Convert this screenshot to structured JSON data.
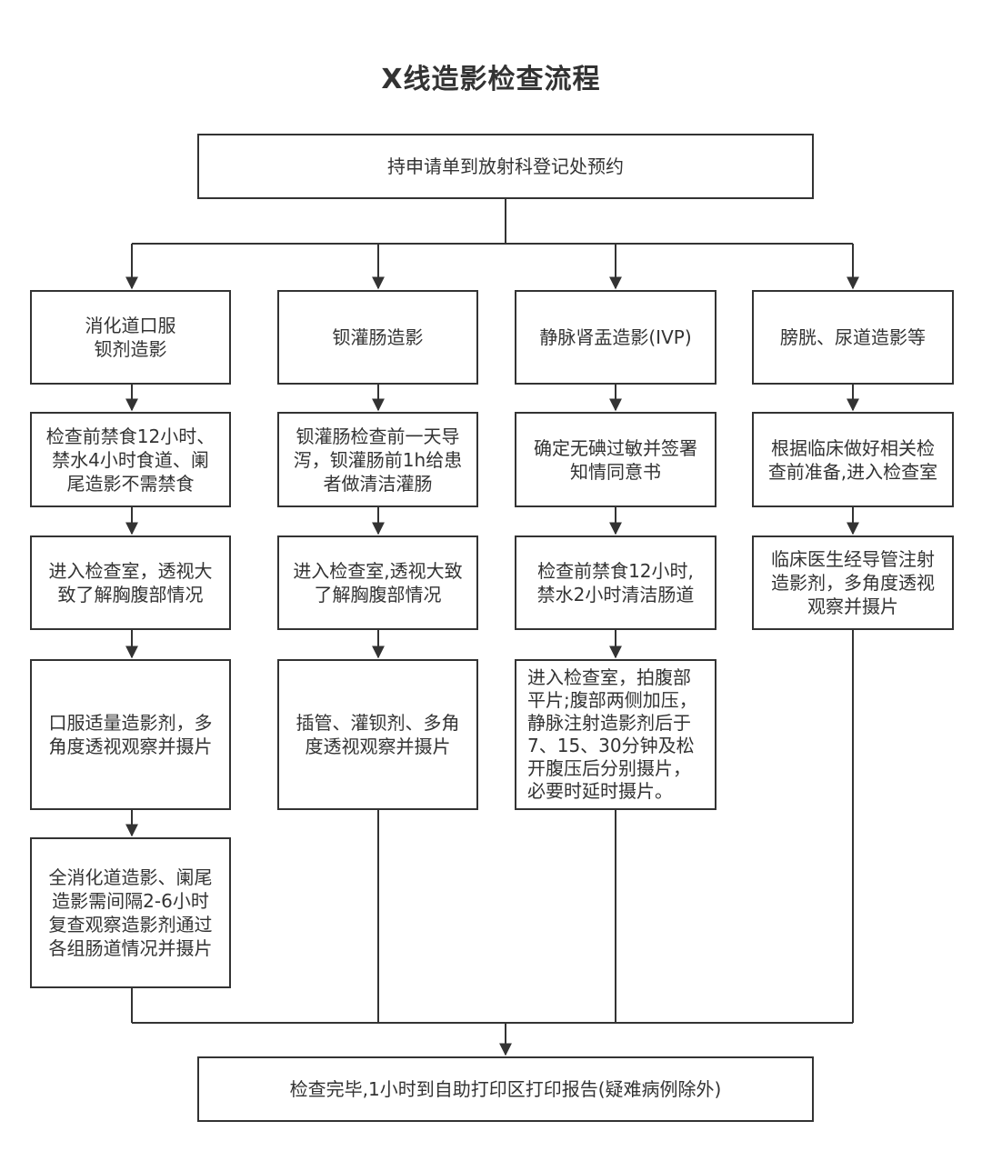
{
  "title": "X线造影检查流程",
  "top": "持申请单到放射科登记处预约",
  "columns": [
    {
      "header": "消化道口服\n钡剂造影",
      "steps": [
        "检查前禁食12小时、\n禁水4小时食道、阑\n尾造影不需禁食",
        "进入检查室，透视大\n致了解胸腹部情况",
        "口服适量造影剂，多\n角度透视观察并摄片",
        "全消化道造影、阑尾\n造影需间隔2-6小时\n复查观察造影剂通过\n各组肠道情况并摄片"
      ]
    },
    {
      "header": "钡灌肠造影",
      "steps": [
        "钡灌肠检查前一天导\n泻，钡灌肠前1h给患\n者做清洁灌肠",
        "进入检查室,透视大致\n了解胸腹部情况",
        "插管、灌钡剂、多角\n度透视观察并摄片"
      ]
    },
    {
      "header": "静脉肾盂造影(IVP)",
      "steps": [
        "确定无碘过敏并签署\n知情同意书",
        "检查前禁食12小时,\n禁水2小时清洁肠道",
        "进入检查室，拍腹部\n平片;腹部两侧加压，\n静脉注射造影剂后于\n7、15、30分钟及松\n开腹压后分别摄片，\n必要时延时摄片。"
      ]
    },
    {
      "header": "膀胱、尿道造影等",
      "steps": [
        "根据临床做好相关检\n查前准备,进入检查室",
        "临床医生经导管注射\n造影剂，多角度透视\n观察并摄片"
      ]
    }
  ],
  "bottom": "检查完毕,1小时到自助打印区打印报告(疑难病例除外)",
  "colors": {
    "line": "#333333",
    "text": "#333333",
    "fill": "#ffffff"
  }
}
